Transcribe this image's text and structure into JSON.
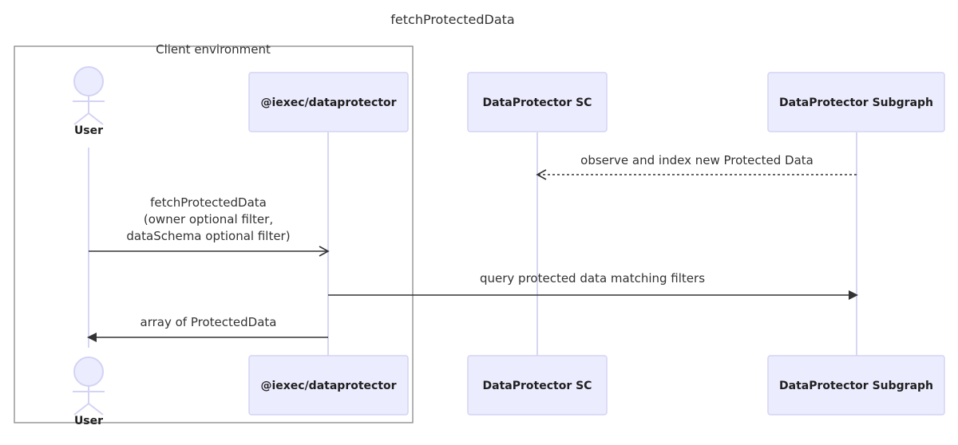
{
  "diagram": {
    "title": "fetchProtectedData",
    "group": {
      "label": "Client environment"
    },
    "participants": [
      {
        "id": "user",
        "label": "User",
        "kind": "actor"
      },
      {
        "id": "dataprotector",
        "label": "@iexec/dataprotector",
        "kind": "box"
      },
      {
        "id": "sc",
        "label": "DataProtector SC",
        "kind": "box"
      },
      {
        "id": "subgraph",
        "label": "DataProtector Subgraph",
        "kind": "box"
      }
    ],
    "messages": [
      {
        "from": "subgraph",
        "to": "sc",
        "style": "dotted",
        "lines": [
          "observe and index new Protected Data"
        ]
      },
      {
        "from": "user",
        "to": "dataprotector",
        "style": "open",
        "lines": [
          "fetchProtectedData",
          "(owner optional filter,",
          "dataSchema optional filter)"
        ]
      },
      {
        "from": "dataprotector",
        "to": "subgraph",
        "style": "solid",
        "lines": [
          "query protected data matching filters"
        ]
      },
      {
        "from": "dataprotector",
        "to": "user",
        "style": "solid",
        "lines": [
          "array of ProtectedData"
        ]
      }
    ],
    "colors": {
      "participant_fill": "#ECECFF",
      "participant_stroke": "#D3D3F4",
      "lifeline": "#D6D6F5",
      "arrow": "#333333",
      "group_border": "#888888"
    }
  }
}
